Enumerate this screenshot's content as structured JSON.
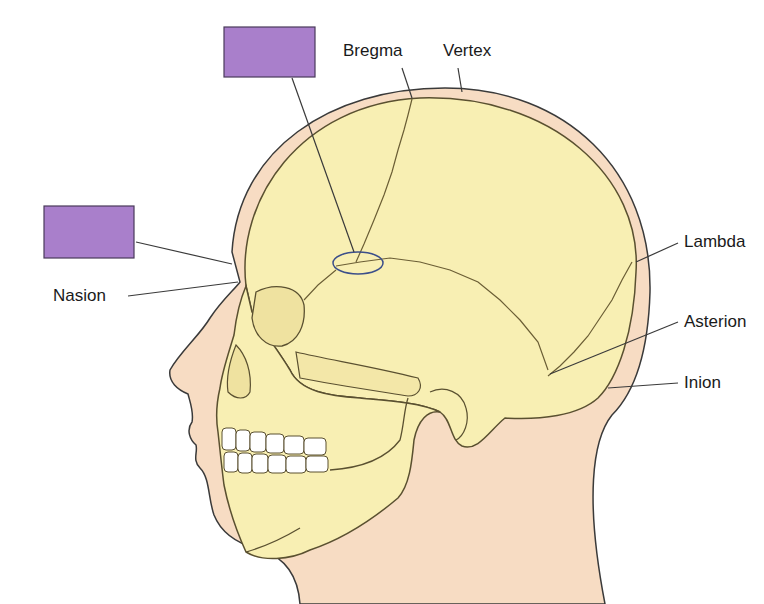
{
  "diagram": {
    "labels": [
      "Bregma",
      "Vertex",
      "Lambda",
      "Asterion",
      "Inion",
      "Nasion"
    ]
  }
}
